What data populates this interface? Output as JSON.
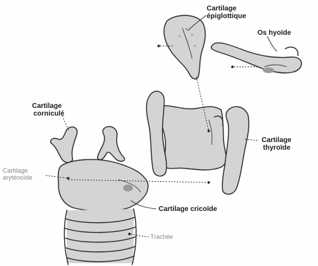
{
  "labels": {
    "epiglottic_line1": "Cartilage",
    "epiglottic_line2": "épiglottique",
    "hyoid": "Os hyoïde",
    "corniculate_line1": "Cartilage",
    "corniculate_line2": "corniculé",
    "arytenoid_line1": "Cartilage",
    "arytenoid_line2": "aryténoïde",
    "thyroid_line1": "Cartilage",
    "thyroid_line2": "thyroïde",
    "cricoid": "Cartilage cricoïde",
    "trachea": "Trachée"
  }
}
